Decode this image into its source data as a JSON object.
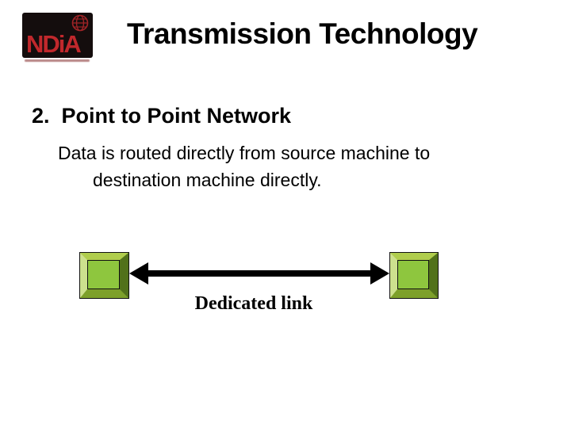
{
  "slide": {
    "title": "Transmission Technology",
    "logo": {
      "text": "NDiA",
      "icon": "globe-icon",
      "bg_color": "#140d0d",
      "text_color": "#c1282c"
    },
    "heading": "2.  Point to Point Network",
    "body_line1": "Data is routed directly from source machine to",
    "body_line2": "destination machine directly.",
    "diagram": {
      "label": "Dedicated link",
      "node_face_color": "#8ec63e",
      "node_bevel_light_color": "#cde08e",
      "node_bevel_dark_color": "#51711a",
      "arrow_color": "#000000"
    }
  }
}
